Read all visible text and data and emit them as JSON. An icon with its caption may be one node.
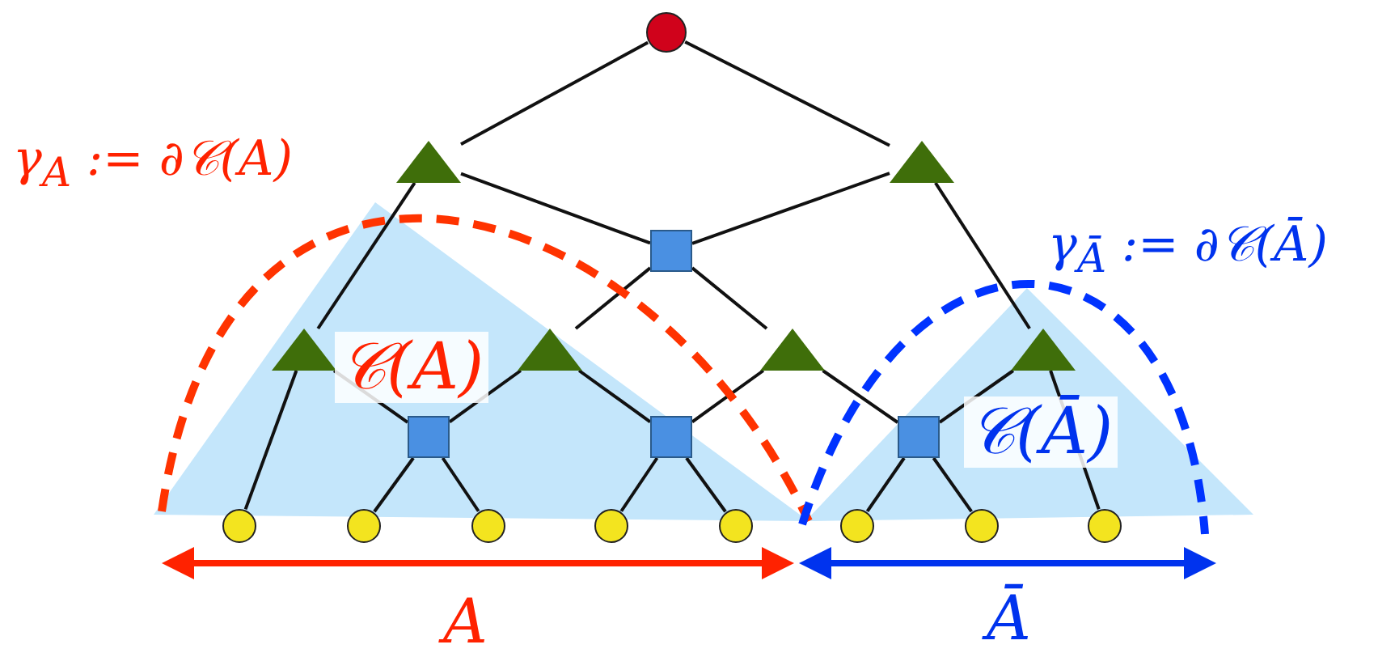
{
  "diagram": {
    "nodes": [
      {
        "text": [],
        "shape": "circle"
      },
      {
        "text": [],
        "shape": "triangle"
      },
      {
        "text": [],
        "shape": "triangle"
      },
      {
        "text": [],
        "shape": "box"
      },
      {
        "text": [],
        "shape": "triangle"
      },
      {
        "text": [],
        "shape": "triangle"
      },
      {
        "text": [],
        "shape": "triangle"
      },
      {
        "text": [],
        "shape": "triangle"
      },
      {
        "text": [],
        "shape": "box"
      },
      {
        "text": [],
        "shape": "box"
      },
      {
        "text": [],
        "shape": "box"
      },
      {
        "text": [],
        "shape": "circle"
      },
      {
        "text": [],
        "shape": "circle"
      },
      {
        "text": [],
        "shape": "circle"
      },
      {
        "text": [],
        "shape": "circle"
      },
      {
        "text": [],
        "shape": "circle"
      },
      {
        "text": [],
        "shape": "circle"
      },
      {
        "text": [],
        "shape": "circle"
      },
      {
        "text": [],
        "shape": "circle"
      }
    ],
    "edges": [
      {
        "from": 0,
        "to": 1,
        "arrow": "none"
      },
      {
        "from": 0,
        "to": 2,
        "arrow": "none"
      },
      {
        "from": 1,
        "to": 3,
        "arrow": "none"
      },
      {
        "from": 2,
        "to": 3,
        "arrow": "none"
      },
      {
        "from": 1,
        "to": 4,
        "arrow": "none"
      },
      {
        "from": 2,
        "to": 7,
        "arrow": "none"
      },
      {
        "from": 3,
        "to": 5,
        "arrow": "none"
      },
      {
        "from": 3,
        "to": 6,
        "arrow": "none"
      },
      {
        "from": 4,
        "to": 11,
        "arrow": "none"
      },
      {
        "from": 4,
        "to": 8,
        "arrow": "none"
      },
      {
        "from": 5,
        "to": 8,
        "arrow": "none"
      },
      {
        "from": 5,
        "to": 9,
        "arrow": "none"
      },
      {
        "from": 6,
        "to": 9,
        "arrow": "none"
      },
      {
        "from": 6,
        "to": 10,
        "arrow": "none"
      },
      {
        "from": 7,
        "to": 10,
        "arrow": "none"
      },
      {
        "from": 7,
        "to": 18,
        "arrow": "none"
      },
      {
        "from": 8,
        "to": 12,
        "arrow": "none"
      },
      {
        "from": 8,
        "to": 13,
        "arrow": "none"
      },
      {
        "from": 9,
        "to": 14,
        "arrow": "none"
      },
      {
        "from": 9,
        "to": 15,
        "arrow": "none"
      },
      {
        "from": 10,
        "to": 16,
        "arrow": "none"
      },
      {
        "from": 10,
        "to": 17,
        "arrow": "none"
      }
    ],
    "labels": [
      "γ$_{A}$ := ∂𝒞(A)",
      "γ$_{Ā}$ := ∂𝒞(Ā)",
      "𝒞(A)",
      "𝒞(Ā)",
      "A",
      "Ā"
    ]
  }
}
